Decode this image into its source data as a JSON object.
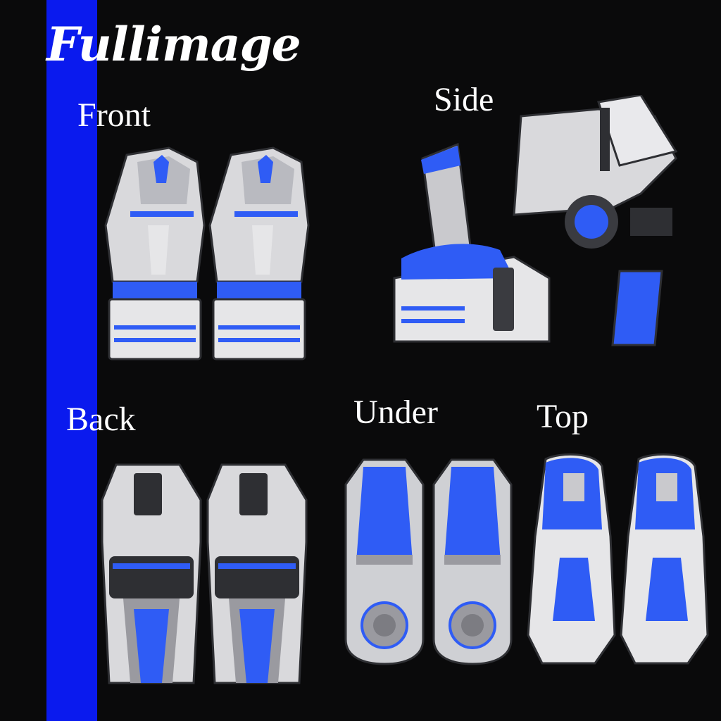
{
  "title": "Fullimage",
  "views": {
    "front": "Front",
    "side": "Side",
    "back": "Back",
    "under": "Under",
    "top": "Top"
  },
  "colors": {
    "background": "#0a0a0b",
    "stripe": "#0a1aee",
    "accent_blue": "#2f5cf5",
    "armor_white": "#e6e6e8",
    "armor_grey": "#8c8c92",
    "dark_metal": "#2e2f33"
  }
}
